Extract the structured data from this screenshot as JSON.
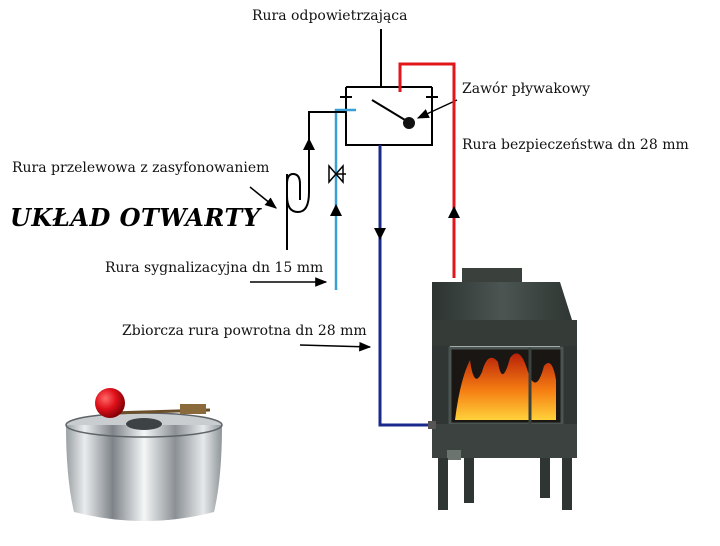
{
  "labels": {
    "vent_pipe": "Rura odpowietrzająca",
    "float_valve": "Zawór pływakowy",
    "safety_pipe": "Rura bezpieczeństwa dn 28 mm",
    "overflow_pipe": "Rura przelewowa z zasyfonowaniem",
    "title": "UKŁAD OTWARTY",
    "signal_pipe": "Rura sygnalizacyjna dn 15 mm",
    "return_pipe": "Zbiorcza rura powrotna dn 28 mm"
  },
  "colors": {
    "safety_pipe": "#e0161b",
    "return_pipe": "#1a2a8c",
    "signal_pipe": "#3a9fd6",
    "lines": "#000000",
    "fireplace_body": "#3f4743",
    "fire": "#f26a10"
  }
}
